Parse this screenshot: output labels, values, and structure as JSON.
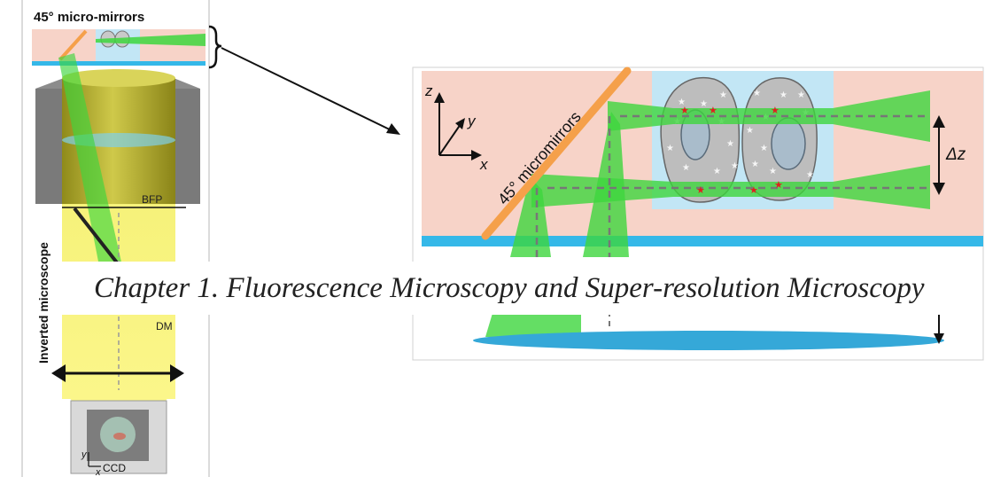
{
  "left_panel": {
    "title": "45° micro-mirrors",
    "vertical_label": "Inverted microscope",
    "bfp_label": "BFP",
    "dm_label": "DM",
    "ccd_label": "CCD",
    "axis_x": "x",
    "axis_y": "y"
  },
  "inset": {
    "mirror_label": "45° micromirrors",
    "axis_x": "x",
    "axis_y": "y",
    "axis_z": "z",
    "delta_label": "Δz"
  },
  "caption": {
    "text": "Chapter 1. Fluorescence Microscopy and Super-resolution Microscopy"
  },
  "colors": {
    "sample_pink": "#f7d3c8",
    "cell_blue": "#c2e6f5",
    "cell_gray": "#bdbdbd",
    "beam_green": "#3dd63d",
    "glass_blue": "#35b8e8",
    "mirror_orange": "#f5a04a",
    "objective_yellow": "#b9b42c",
    "light_yellow": "#f8f36a",
    "star_red": "#e02020"
  }
}
